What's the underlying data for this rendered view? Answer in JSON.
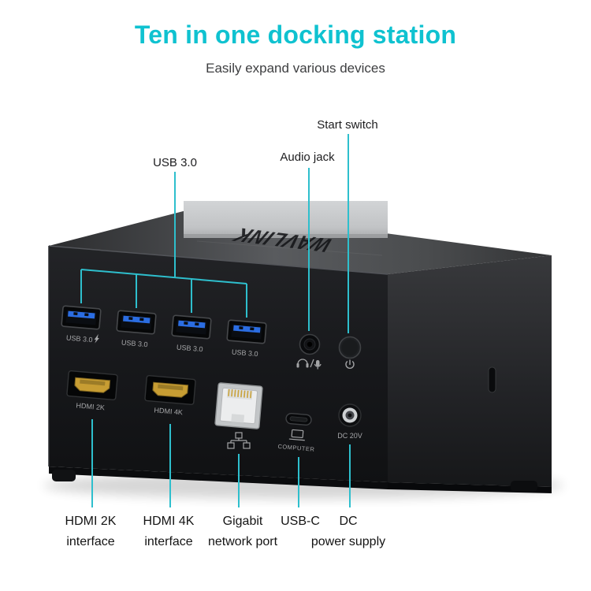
{
  "header": {
    "title": "Ten in one docking station",
    "subtitle": "Easily expand various devices"
  },
  "callouts": {
    "top": {
      "usb": "USB 3.0",
      "audio": "Audio jack",
      "start": "Start switch"
    },
    "bottom": {
      "hdmi2k": {
        "line1": "HDMI 2K",
        "line2": "interface"
      },
      "hdmi4k": {
        "line1": "HDMI 4K",
        "line2": "interface"
      },
      "gigabit": {
        "line1": "Gigabit",
        "line2": "network port"
      },
      "usbc": {
        "line1": "USB-C"
      },
      "dc": {
        "line1": "DC",
        "line2": "power supply"
      }
    }
  },
  "device": {
    "brand": "WAVLINK",
    "ports": {
      "usb1": "USB 3.0",
      "usb2": "USB 3.0",
      "usb3": "USB 3.0",
      "usb4": "USB 3.0",
      "hdmi2k": "HDMI 2K",
      "hdmi4k": "HDMI 4K",
      "usbc": "COMPUTER",
      "dc": "DC 20V"
    },
    "icons": {
      "audio": "headphone-mic-icon",
      "power": "power-icon",
      "network": "ethernet-lan-icon",
      "usbc": "laptop-icon",
      "usb_charge": "lightning-bolt-icon"
    }
  },
  "colors": {
    "title": "#0fc2d0",
    "callout_line": "#2ebfcd",
    "usb_blue": "#2b6de2",
    "hdmi_gold": "#c79d33"
  }
}
